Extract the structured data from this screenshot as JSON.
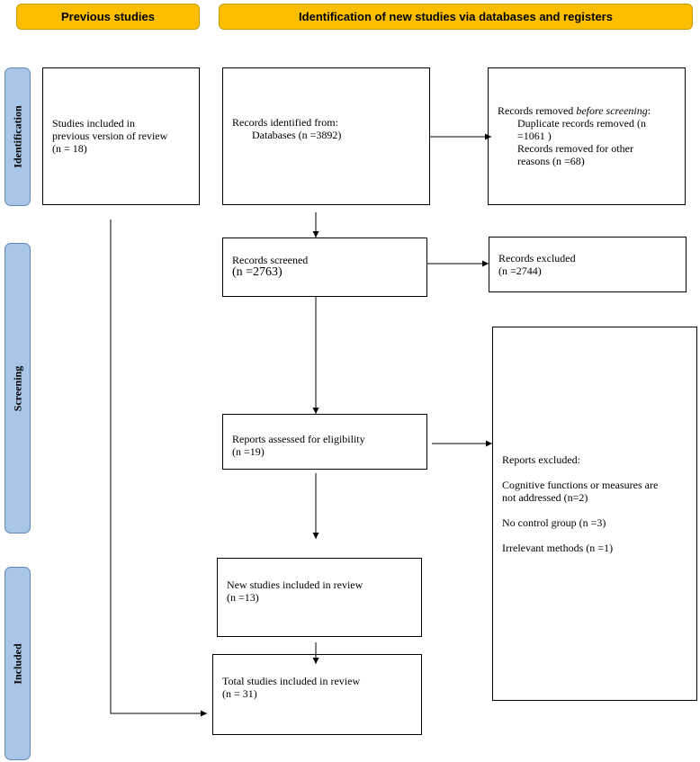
{
  "headers": {
    "previous": "Previous studies",
    "new": "Identification of new studies via databases and registers"
  },
  "stages": {
    "identification": "Identification",
    "screening": "Screening",
    "included": "Included"
  },
  "boxes": {
    "previous_included": {
      "l1": "Studies included in",
      "l2": "previous version of review",
      "l3": "(n = 18)"
    },
    "records_identified": {
      "l1": "Records identified from:",
      "l2": "Databases (n =3892)"
    },
    "records_removed": {
      "l1_pre": "Records removed ",
      "l1_em": "before screening",
      "l1_post": ":",
      "l2": "Duplicate records removed (n",
      "l3": "=1061 )",
      "l4": "Records removed for other",
      "l5": "reasons (n =68)"
    },
    "records_screened": {
      "l1": "Records screened",
      "l2": "(n =2763)"
    },
    "records_excluded": {
      "l1": "Records excluded",
      "l2": "(n =2744)"
    },
    "reports_assessed": {
      "l1": "Reports assessed for eligibility",
      "l2": "(n =19)"
    },
    "reports_excluded": {
      "title": "Reports excluded:",
      "r1a": "Cognitive functions or measures are",
      "r1b": "not addressed   (n=2)",
      "r2": "No control group    (n =3)",
      "r3": "Irrelevant methods (n =1)"
    },
    "new_included": {
      "l1": "New studies included in review",
      "l2": "(n =13)"
    },
    "total_included": {
      "l1": "Total studies included in review",
      "l2": "(n = 31)"
    }
  },
  "colors": {
    "header_fill": "#fcbf00",
    "stage_fill": "#a7c6e8",
    "stage_border": "#5f87b8"
  }
}
